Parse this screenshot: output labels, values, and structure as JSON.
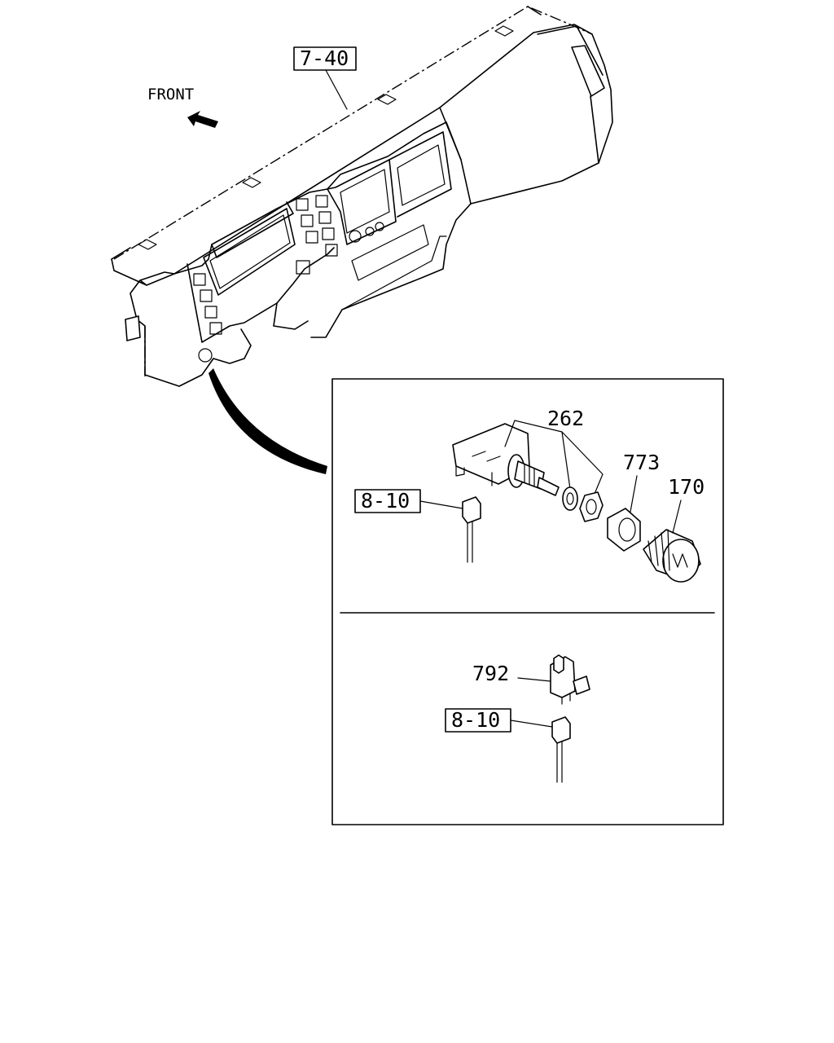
{
  "orientation": {
    "label": "FRONT",
    "arrow_icon": "front-arrow-icon"
  },
  "callouts": {
    "dashboard_ref": "7-40",
    "harness_ref_upper": "8-10",
    "harness_ref_lower": "8-10"
  },
  "parts": {
    "switch_assembly": "262",
    "nut": "773",
    "knob": "170",
    "switch_lower": "792"
  },
  "icons": {
    "dashboard": "dashboard-illustration",
    "knob": "knob-icon",
    "connector": "connector-icon"
  },
  "colors": {
    "line": "#000000",
    "background": "#ffffff"
  }
}
